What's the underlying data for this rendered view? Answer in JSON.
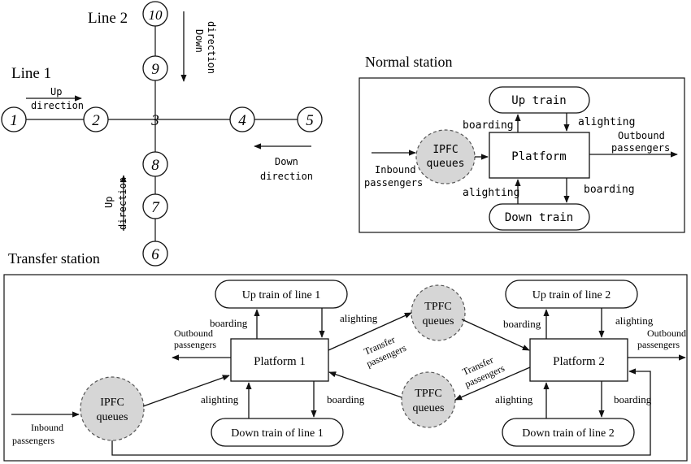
{
  "network": {
    "line1_label": "Line 1",
    "line2_label": "Line 2",
    "stations": [
      "1",
      "2",
      "3",
      "4",
      "5",
      "6",
      "7",
      "8",
      "9",
      "10"
    ],
    "up_label": "Up",
    "direction_label": "direction",
    "down_label": "Down"
  },
  "normal": {
    "title": "Normal station",
    "up_train": "Up train",
    "down_train": "Down train",
    "platform": "Platform",
    "queue_line1": "IPFC",
    "queue_line2": "queues",
    "boarding": "boarding",
    "alighting": "alighting",
    "inbound_line1": "Inbound",
    "inbound_line2": "passengers",
    "outbound_line1": "Outbound",
    "outbound_line2": "passengers"
  },
  "transfer": {
    "title": "Transfer station",
    "up_train_1": "Up train of line 1",
    "down_train_1": "Down train of line 1",
    "up_train_2": "Up train of line 2",
    "down_train_2": "Down train of line 2",
    "platform_1": "Platform 1",
    "platform_2": "Platform 2",
    "ipfc_line1": "IPFC",
    "queues": "queues",
    "tpfc_line1": "TPFC",
    "boarding": "boarding",
    "alighting": "alighting",
    "transfer_line1": "Transfer",
    "transfer_line2": "passengers",
    "outbound_line1": "Outbound",
    "outbound_line2": "passengers",
    "inbound_line1": "Inbound",
    "inbound_line2": "passengers"
  }
}
